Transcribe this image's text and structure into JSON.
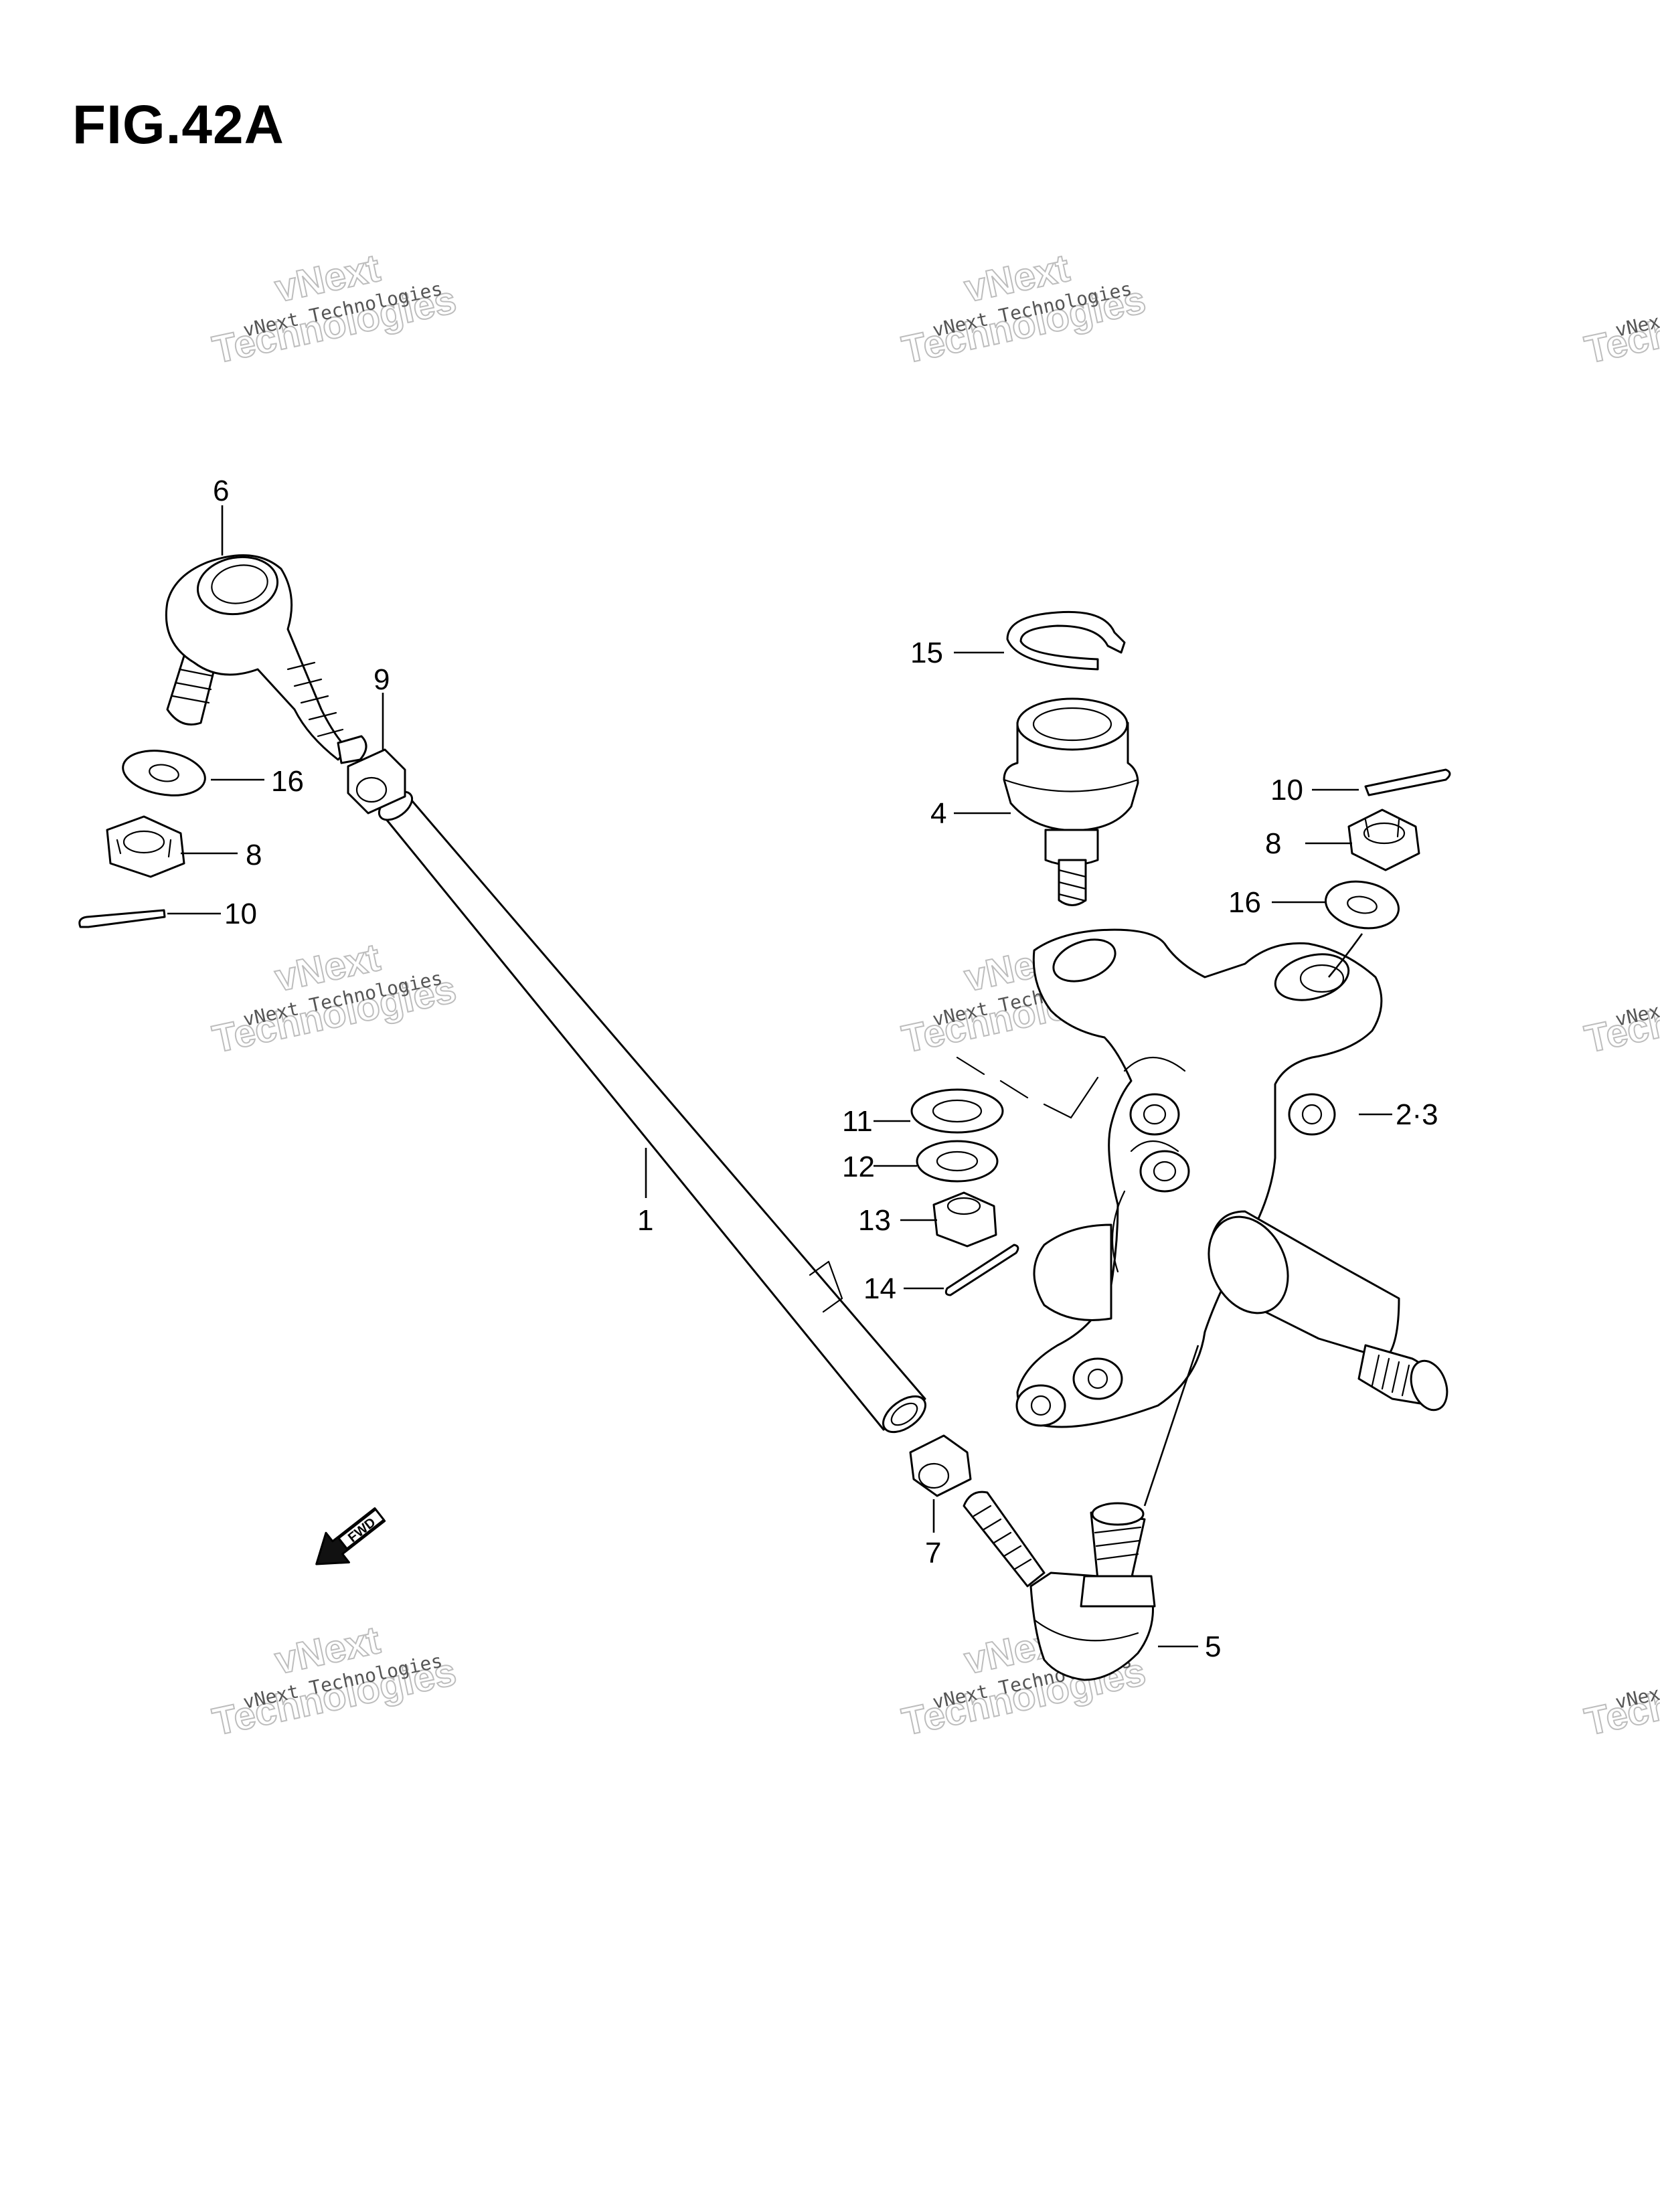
{
  "figure": {
    "title": "FIG.42A"
  },
  "watermark": {
    "line1": "vNext Technologies",
    "line2": "vNext",
    "line3": "Technologies"
  },
  "fwd_label": "FWD",
  "callouts": {
    "c1": "1",
    "c23": "2·3",
    "c4": "4",
    "c5": "5",
    "c6": "6",
    "c7": "7",
    "c8a": "8",
    "c8b": "8",
    "c9": "9",
    "c10a": "10",
    "c10b": "10",
    "c11": "11",
    "c12": "12",
    "c13": "13",
    "c14": "14",
    "c15": "15",
    "c16a": "16",
    "c16b": "16"
  }
}
